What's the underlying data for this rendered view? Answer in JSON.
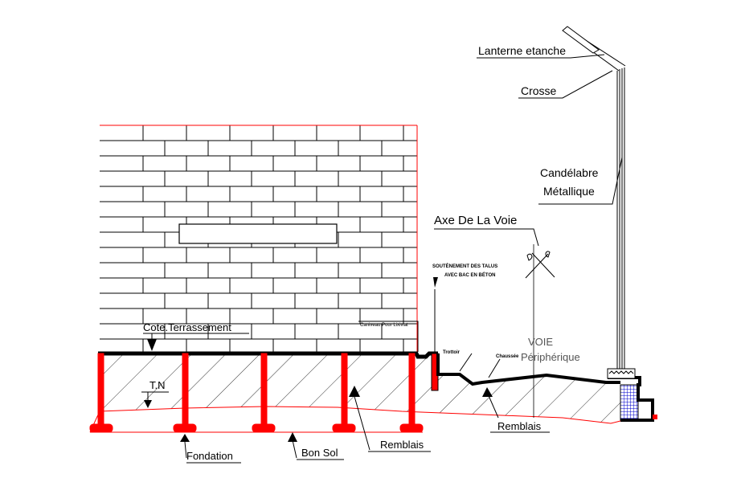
{
  "labels": {
    "lanterne": "Lanterne etanche",
    "crosse": "Crosse",
    "candelabre_1": "Candélabre",
    "candelabre_2": "Métallique",
    "axe": "Axe De La Voie",
    "soutenement_1": "SOUTÈNEMENT DES TALUS",
    "soutenement_2": "AVEC BAC EN BÉTON",
    "caniveau": "Caniveau Pour Lixiviat",
    "cote": "Cote.Terrassement",
    "tn": "T.N",
    "trottoir": "Trottoir",
    "chaussee": "Chaussée",
    "voie_1": "VOIE",
    "voie_2": "Périphérique",
    "remblais_left": "Remblais",
    "remblais_right": "Remblais",
    "fondation": "Fondation",
    "bon_sol": "Bon Sol"
  },
  "colors": {
    "red": "#ff0000",
    "black": "#000000",
    "blue": "#0000cc"
  }
}
